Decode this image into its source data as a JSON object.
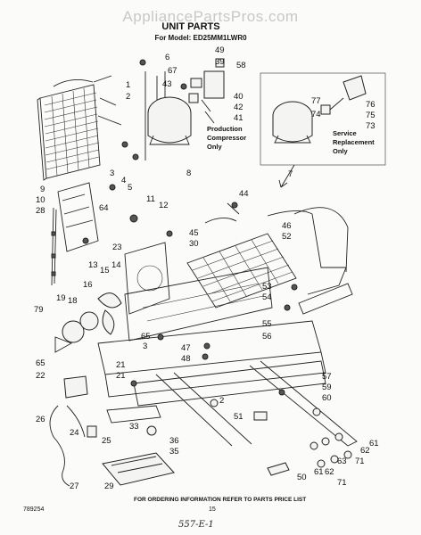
{
  "watermark": "AppliancePartsPros.com",
  "title": "UNIT PARTS",
  "model": "For Model: ED25MM1LWR0",
  "callouts": {
    "production": [
      "Production",
      "Compressor",
      "Only"
    ],
    "service": [
      "Service",
      "Replacement",
      "Only"
    ]
  },
  "footer": {
    "ordering": "FOR ORDERING INFORMATION REFER TO PARTS PRICE LIST",
    "doc_number": "789254",
    "page_number": "15",
    "handwritten": "557-E-1"
  },
  "labels": [
    {
      "id": "p6",
      "text": "6"
    },
    {
      "id": "p49",
      "text": "49"
    },
    {
      "id": "p67",
      "text": "67"
    },
    {
      "id": "p39",
      "text": "39"
    },
    {
      "id": "p58",
      "text": "58"
    },
    {
      "id": "p43",
      "text": "43"
    },
    {
      "id": "p40",
      "text": "40"
    },
    {
      "id": "p42",
      "text": "42"
    },
    {
      "id": "p41",
      "text": "41"
    },
    {
      "id": "p1",
      "text": "1"
    },
    {
      "id": "p2",
      "text": "2"
    },
    {
      "id": "p8",
      "text": "8"
    },
    {
      "id": "p7",
      "text": "7"
    },
    {
      "id": "p77",
      "text": "77"
    },
    {
      "id": "p74",
      "text": "74"
    },
    {
      "id": "p76",
      "text": "76"
    },
    {
      "id": "p75",
      "text": "75"
    },
    {
      "id": "p73",
      "text": "73"
    },
    {
      "id": "p3",
      "text": "3"
    },
    {
      "id": "p4",
      "text": "4"
    },
    {
      "id": "p5",
      "text": "5"
    },
    {
      "id": "p9",
      "text": "9"
    },
    {
      "id": "p10",
      "text": "10"
    },
    {
      "id": "p28",
      "text": "28"
    },
    {
      "id": "p64",
      "text": "64"
    },
    {
      "id": "p11",
      "text": "11"
    },
    {
      "id": "p12",
      "text": "12"
    },
    {
      "id": "p23",
      "text": "23"
    },
    {
      "id": "p44",
      "text": "44"
    },
    {
      "id": "p45",
      "text": "45"
    },
    {
      "id": "p30",
      "text": "30"
    },
    {
      "id": "p46",
      "text": "46"
    },
    {
      "id": "p52",
      "text": "52"
    },
    {
      "id": "p13",
      "text": "13"
    },
    {
      "id": "p14",
      "text": "14"
    },
    {
      "id": "p15",
      "text": "15"
    },
    {
      "id": "p16",
      "text": "16"
    },
    {
      "id": "p19",
      "text": "19"
    },
    {
      "id": "p18",
      "text": "18"
    },
    {
      "id": "p79",
      "text": "79"
    },
    {
      "id": "p65a",
      "text": "65"
    },
    {
      "id": "p22",
      "text": "22"
    },
    {
      "id": "p53",
      "text": "53"
    },
    {
      "id": "p54",
      "text": "54"
    },
    {
      "id": "p55",
      "text": "55"
    },
    {
      "id": "p56",
      "text": "56"
    },
    {
      "id": "p65b",
      "text": "65"
    },
    {
      "id": "p3b",
      "text": "3"
    },
    {
      "id": "p47",
      "text": "47"
    },
    {
      "id": "p48",
      "text": "48"
    },
    {
      "id": "p21a",
      "text": "21"
    },
    {
      "id": "p21b",
      "text": "21"
    },
    {
      "id": "p57",
      "text": "57"
    },
    {
      "id": "p59",
      "text": "59"
    },
    {
      "id": "p60",
      "text": "60"
    },
    {
      "id": "p2b",
      "text": "2"
    },
    {
      "id": "p51",
      "text": "51"
    },
    {
      "id": "p26",
      "text": "26"
    },
    {
      "id": "p33",
      "text": "33"
    },
    {
      "id": "p24",
      "text": "24"
    },
    {
      "id": "p25",
      "text": "25"
    },
    {
      "id": "p36",
      "text": "36"
    },
    {
      "id": "p35",
      "text": "35"
    },
    {
      "id": "p61a",
      "text": "61"
    },
    {
      "id": "p62a",
      "text": "62"
    },
    {
      "id": "p71a",
      "text": "71"
    },
    {
      "id": "p61b",
      "text": "61"
    },
    {
      "id": "p63",
      "text": "63"
    },
    {
      "id": "p71b",
      "text": "71"
    },
    {
      "id": "p62b",
      "text": "62"
    },
    {
      "id": "p50",
      "text": "50"
    },
    {
      "id": "p27",
      "text": "27"
    },
    {
      "id": "p29",
      "text": "29"
    }
  ]
}
